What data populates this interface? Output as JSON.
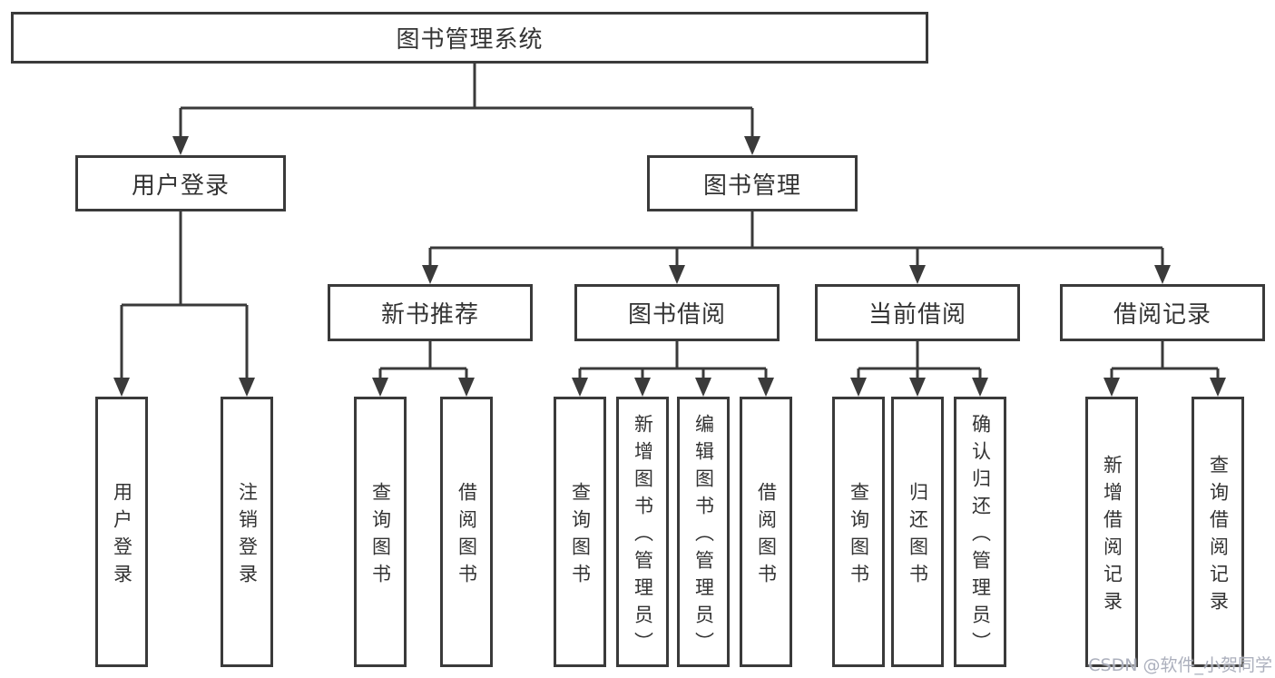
{
  "diagram": {
    "root": {
      "label": "图书管理系统"
    },
    "level2": [
      {
        "label": "用户登录"
      },
      {
        "label": "图书管理"
      }
    ],
    "level3": [
      {
        "label": "新书推荐",
        "parent": "图书管理"
      },
      {
        "label": "图书借阅",
        "parent": "图书管理"
      },
      {
        "label": "当前借阅",
        "parent": "图书管理"
      },
      {
        "label": "借阅记录",
        "parent": "图书管理"
      }
    ],
    "leaves": [
      {
        "label": "用户登录",
        "parent": "用户登录"
      },
      {
        "label": "注销登录",
        "parent": "用户登录"
      },
      {
        "label": "查询图书",
        "parent": "新书推荐"
      },
      {
        "label": "借阅图书",
        "parent": "新书推荐"
      },
      {
        "label": "查询图书",
        "parent": "图书借阅"
      },
      {
        "label": "新增图书（管理员）",
        "parent": "图书借阅"
      },
      {
        "label": "编辑图书（管理员）",
        "parent": "图书借阅"
      },
      {
        "label": "借阅图书",
        "parent": "图书借阅"
      },
      {
        "label": "查询图书",
        "parent": "当前借阅"
      },
      {
        "label": "归还图书",
        "parent": "当前借阅"
      },
      {
        "label": "确认归还（管理员）",
        "parent": "当前借阅"
      },
      {
        "label": "新增借阅记录",
        "parent": "借阅记录"
      },
      {
        "label": "查询借阅记录",
        "parent": "借阅记录"
      }
    ]
  },
  "watermark": {
    "text": "CSDN @软件_小贺同学"
  },
  "colors": {
    "line": "#3a3a3a",
    "text": "#333333",
    "background": "#ffffff",
    "watermark": "#a8acb9"
  }
}
